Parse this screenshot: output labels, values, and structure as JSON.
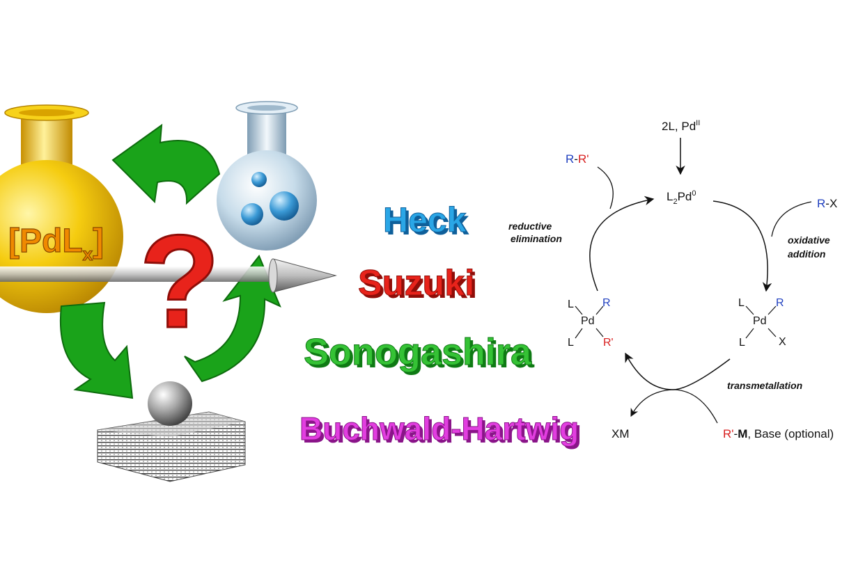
{
  "artwork": {
    "flask_label": "[PdL",
    "flask_label_sub": "x",
    "flask_label_close": "]",
    "question_mark": "?",
    "colors": {
      "gold": "#f2c200",
      "green_arrow": "#1aa31a",
      "red": "#e8231b",
      "glass": "#b9d6ea"
    }
  },
  "reactions": [
    {
      "name": "Heck",
      "color": "#2aa6e6",
      "shadow": "#0f5f9a"
    },
    {
      "name": "Suzuki",
      "color": "#e8231b",
      "shadow": "#8f0d08"
    },
    {
      "name": "Sonogashira",
      "color": "#35c235",
      "shadow": "#0f7a14"
    },
    {
      "name": "Buchwald-Hartwig",
      "color": "#e23ee0",
      "shadow": "#8a1489"
    }
  ],
  "cycle": {
    "precursor": {
      "prefix": "2L, Pd",
      "sup": "II"
    },
    "catalyst": {
      "prefix": "L",
      "sub": "2",
      "mid": "Pd",
      "sup": "0"
    },
    "substrate": {
      "r": "R",
      "rest": "-X"
    },
    "product": {
      "r": "R",
      "dash": "-",
      "rprime": "R'"
    },
    "complex_left": {
      "l_top": "L",
      "l_bottom": "L",
      "metal": "Pd",
      "r_top": "R",
      "r_bottom": "R'"
    },
    "complex_right": {
      "l_top": "L",
      "l_bottom": "L",
      "metal": "Pd",
      "r_top": "R",
      "x": "X"
    },
    "steps": {
      "reductive_1": "reductive",
      "reductive_2": "elimination",
      "oxidative_1": "oxidative",
      "oxidative_2": "addition",
      "transmetallation": "transmetallation"
    },
    "byproduct": "XM",
    "reagent": {
      "rprime": "R'",
      "dash": "-",
      "m": "M",
      "rest": ", Base (optional)"
    },
    "colors": {
      "r": "#1f3fbf",
      "rprime": "#d81e1e",
      "text": "#111111"
    }
  }
}
